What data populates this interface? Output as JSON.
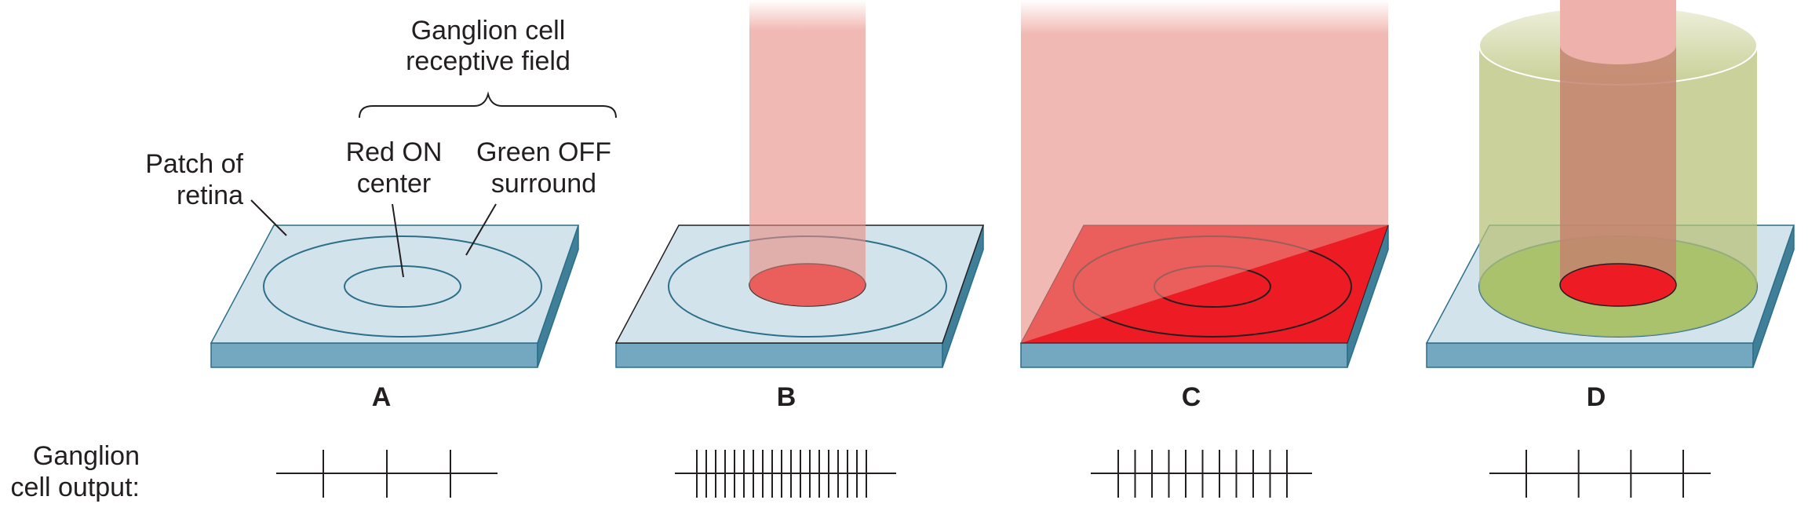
{
  "labels": {
    "receptive_field": [
      "Ganglion cell",
      "receptive field"
    ],
    "patch": [
      "Patch of",
      "retina"
    ],
    "center": [
      "Red ON",
      "center"
    ],
    "surround": [
      "Green OFF",
      "surround"
    ],
    "output": [
      "Ganglion",
      "cell output:"
    ]
  },
  "panels": [
    {
      "letter": "A",
      "stimulus": "none",
      "spike_count": 3
    },
    {
      "letter": "B",
      "stimulus": "red light on center",
      "spike_count": 19
    },
    {
      "letter": "C",
      "stimulus": "red light on whole field",
      "spike_count": 11
    },
    {
      "letter": "D",
      "stimulus": "red center + green surround",
      "spike_count": 4
    }
  ],
  "colors": {
    "retina_top": "#d3e3eb",
    "retina_side": "#73a8c0",
    "ring_stroke": "#2c6f8a",
    "red": "#ed1c24",
    "red_light": "#e88a80",
    "green": "#7bc143",
    "green_light": "#b9c27a"
  }
}
